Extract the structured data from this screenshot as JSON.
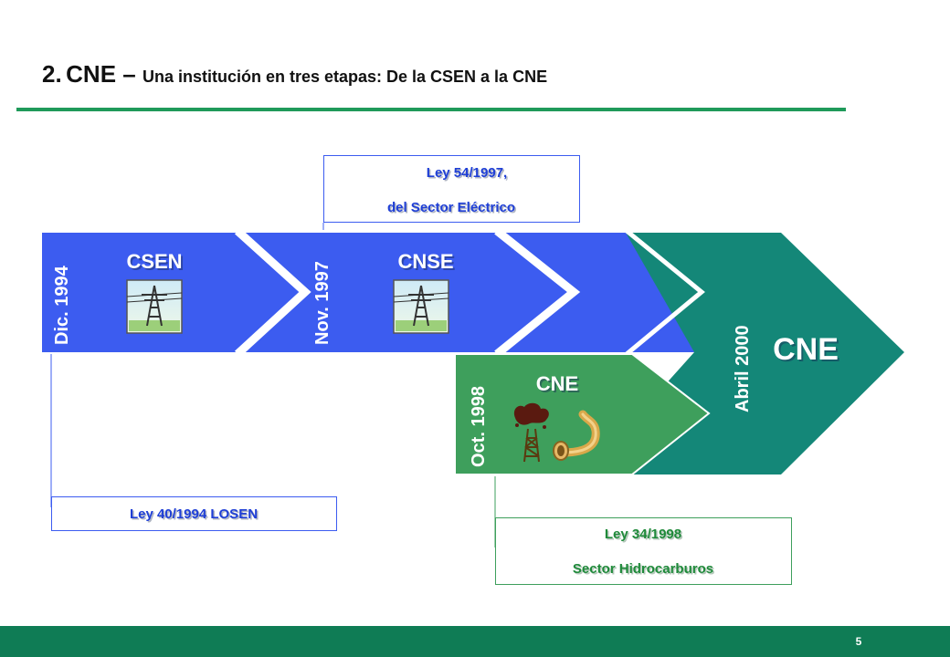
{
  "header": {
    "number": "2.",
    "main": "CNE – ",
    "subtitle": "Una institución en tres etapas: De la CSEN a la CNE"
  },
  "stages": {
    "csen": {
      "name": "CSEN",
      "date": "Dic. 1994"
    },
    "cnse": {
      "name": "CNSE",
      "date": "Nov. 1997"
    },
    "cne_hidro": {
      "name": "CNE",
      "date": "Oct. 1998"
    },
    "cne": {
      "name": "CNE",
      "date": "Abril 2000"
    }
  },
  "laws": {
    "ley54": {
      "line1": "Ley 54/1997,",
      "line2": "del Sector Eléctrico"
    },
    "ley40": {
      "line1": "Ley 40/1994 LOSEN"
    },
    "ley34": {
      "line1": "Ley 34/1998",
      "line2": "Sector Hidrocarburos"
    }
  },
  "colors": {
    "blue": "#3c5cf0",
    "teal": "#148778",
    "green": "#3e9f5c",
    "law_blue": "#1f3fd6",
    "law_green": "#1f8a3a",
    "rule": "#1f9a5a",
    "footer": "#0f7c55"
  },
  "icons": [
    "power-tower-icon",
    "power-tower-icon",
    "oil-well-icon",
    "gas-pipe-icon"
  ],
  "footer": {
    "page": "5"
  }
}
